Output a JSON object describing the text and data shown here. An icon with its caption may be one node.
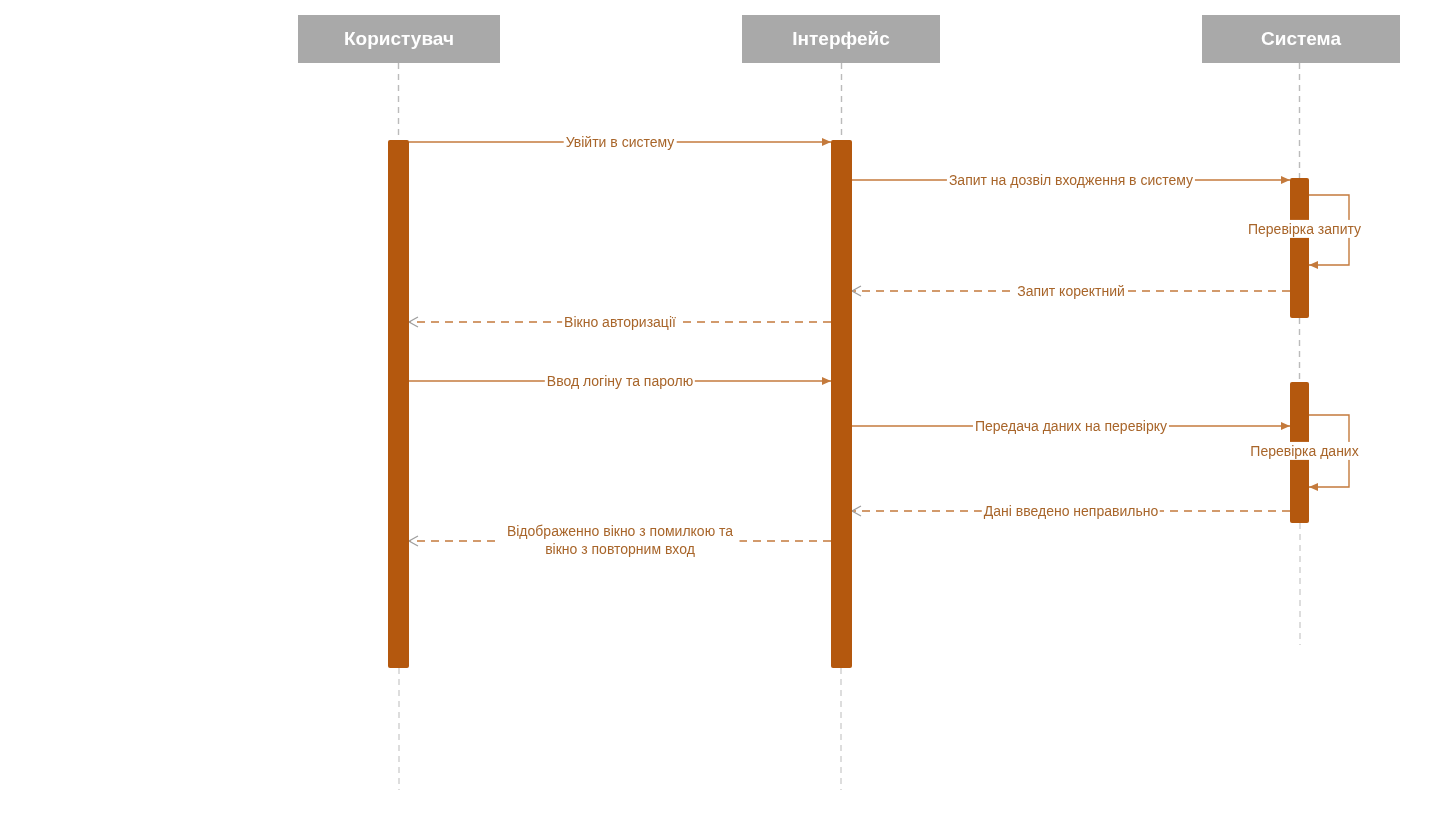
{
  "diagram": {
    "nodes": [
      {
        "text": [
          "Користувач"
        ]
      },
      {
        "text": [
          "Інтерфейс"
        ]
      },
      {
        "text": [
          "Система"
        ]
      },
      {
        "text": [],
        "shape": "bar"
      },
      {
        "text": [],
        "shape": "bar"
      },
      {
        "text": [],
        "shape": "bar"
      },
      {
        "text": [],
        "shape": "bar"
      }
    ],
    "edges": [
      {
        "from": 0,
        "to": 3,
        "arrow": "none",
        "style": "dashed",
        "color": "#bbbbbb"
      },
      {
        "from": 1,
        "to": 4,
        "arrow": "none",
        "style": "dashed",
        "color": "#bbbbbb"
      },
      {
        "from": 2,
        "to": 5,
        "arrow": "none",
        "style": "dashed",
        "color": "#bbbbbb"
      },
      {
        "from": 3,
        "to": 4,
        "arrow": "to",
        "label": "Увійти в систему"
      },
      {
        "from": 4,
        "to": 5,
        "arrow": "to",
        "label": "Запит на дозвіл входження в систему"
      },
      {
        "from": 5,
        "to": 5,
        "arrow": "to",
        "label": "Перевірка запиту"
      },
      {
        "from": 5,
        "to": 4,
        "arrow": "to",
        "style": "dashed",
        "label": "Запит коректний"
      },
      {
        "from": 4,
        "to": 3,
        "arrow": "to",
        "style": "dashed",
        "label": "Вікно авторизації"
      },
      {
        "from": 3,
        "to": 4,
        "arrow": "to",
        "label": "Ввод логіну та паролю"
      },
      {
        "from": 4,
        "to": 6,
        "arrow": "to",
        "label": "Передача даних на перевірку"
      },
      {
        "from": 6,
        "to": 6,
        "arrow": "to",
        "label": "Перевірка даних"
      },
      {
        "from": 6,
        "to": 4,
        "arrow": "to",
        "style": "dashed",
        "label": "Дані введено неправильно"
      },
      {
        "from": 4,
        "to": 3,
        "arrow": "to",
        "style": "dashed",
        "label": "Відображенно вікно з помилкою та вікно з повторним вход"
      },
      {
        "from": 5,
        "to": 6,
        "arrow": "none",
        "style": "dashed",
        "color": "#bbbbbb"
      }
    ]
  }
}
